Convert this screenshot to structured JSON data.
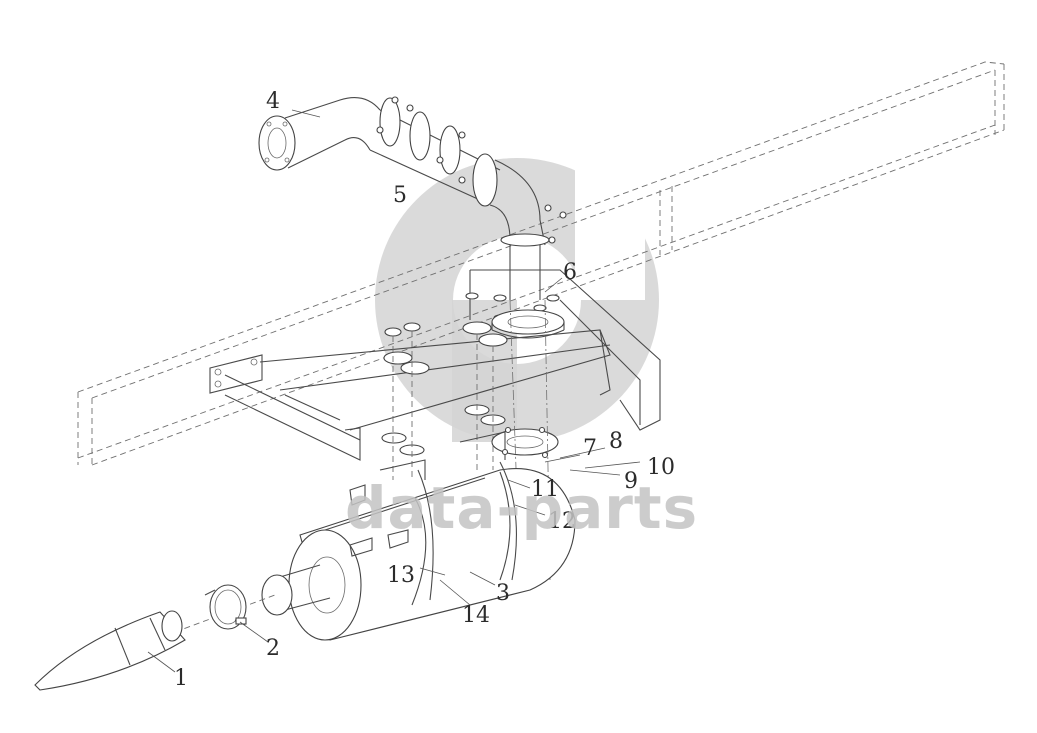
{
  "diagram": {
    "callouts": [
      {
        "id": "1",
        "label": "1"
      },
      {
        "id": "2",
        "label": "2"
      },
      {
        "id": "3",
        "label": "3"
      },
      {
        "id": "4",
        "label": "4"
      },
      {
        "id": "5",
        "label": "5"
      },
      {
        "id": "6",
        "label": "6"
      },
      {
        "id": "7",
        "label": "7"
      },
      {
        "id": "8",
        "label": "8"
      },
      {
        "id": "9",
        "label": "9"
      },
      {
        "id": "10",
        "label": "10"
      },
      {
        "id": "11",
        "label": "11"
      },
      {
        "id": "12",
        "label": "12"
      },
      {
        "id": "13",
        "label": "13"
      },
      {
        "id": "14",
        "label": "14"
      }
    ]
  },
  "watermark": {
    "text": "data-parts",
    "color": "#c4c4c4"
  },
  "colors": {
    "line": "#4a4a4a",
    "background": "#ffffff"
  }
}
